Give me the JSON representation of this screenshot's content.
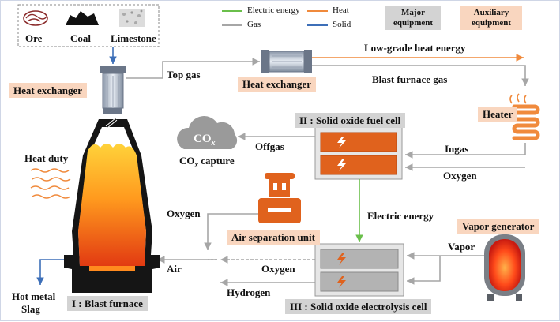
{
  "legend": {
    "electric": "Electric energy",
    "heat": "Heat",
    "gas": "Gas",
    "solid": "Solid",
    "major": "Major equipment",
    "auxiliary": "Auxiliary equipment",
    "colors": {
      "electric": "#6abf4b",
      "heat": "#f08a3c",
      "gas": "#a6a6a6",
      "solid": "#3d6fb8",
      "major_bg": "#d3d3d3",
      "aux_bg": "#f9d6bf"
    }
  },
  "materials": {
    "ore": "Ore",
    "coal": "Coal",
    "limestone": "Limestone"
  },
  "equipment": {
    "heat_exchanger_left": "Heat exchanger",
    "heat_exchanger_top": "Heat exchanger",
    "heater": "Heater",
    "blast_furnace": "I : Blast furnace",
    "sofc": "II : Solid oxide fuel cell",
    "soec": "III : Solid oxide electrolysis cell",
    "asu": "Air separation unit",
    "vapor_generator": "Vapor generator",
    "co2_capture": "CO",
    "co2_sub": "x",
    "co2_capture_label": "CO",
    "co2_capture_label_sub": "x",
    "co2_capture_label_tail": " capture"
  },
  "streams": {
    "top_gas": "Top gas",
    "low_grade_heat": "Low-grade heat energy",
    "bf_gas": "Blast furnace gas",
    "ingas": "Ingas",
    "oxygen_sofc": "Oxygen",
    "offgas": "Offgas",
    "electric_energy": "Electric energy",
    "oxygen_asu": "Oxygen",
    "air": "Air",
    "oxygen_soec": "Oxygen",
    "hydrogen": "Hydrogen",
    "vapor": "Vapor",
    "heat_duty": "Heat duty",
    "hot_metal": "Hot metal",
    "slag": "Slag"
  }
}
